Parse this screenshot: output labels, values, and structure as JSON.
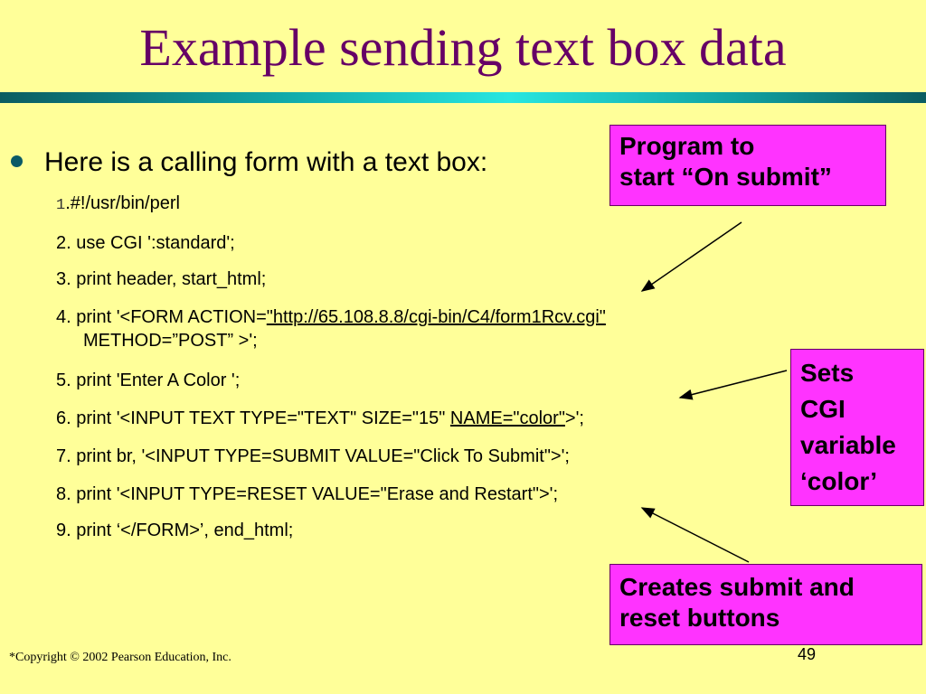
{
  "slide": {
    "title": "Example sending text box data",
    "bullet": "Here is a calling form with a text box:",
    "lines": {
      "l1_num": "1",
      "l1_text": ".#!/usr/bin/perl",
      "l2": "2. use CGI ':standard';",
      "l3": "3. print header, start_html;",
      "l4_pre": "4. print '<FORM ACTION=",
      "l4_link": "\"http://65.108.8.8/cgi-bin/C4/form1Rcv.cgi\"",
      "l4_cont": "METHOD=”POST” >';",
      "l5": "5. print 'Enter A Color ';",
      "l6_pre": "6. print '<INPUT TEXT TYPE=\"TEXT\" SIZE=\"15\" ",
      "l6_name": "NAME=\"color\"",
      "l6_post": ">';",
      "l7": "7. print br, '<INPUT TYPE=SUBMIT VALUE=\"Click To Submit\">';",
      "l8": "8. print '<INPUT TYPE=RESET VALUE=\"Erase and Restart\">';",
      "l9": "9. print ‘</FORM>’, end_html;"
    },
    "callouts": {
      "program_l1": "Program to",
      "program_l2": "start “On submit”",
      "sets_l1": "Sets",
      "sets_l2": "CGI",
      "sets_l3": "variable",
      "sets_l4": "‘color’",
      "creates_l1": "Creates submit and",
      "creates_l2": "reset buttons"
    },
    "footer": {
      "copyright": "*Copyright © 2002 Pearson Education, Inc.",
      "page_number": "49"
    },
    "colors": {
      "background": "#ffff99",
      "title": "#660066",
      "callout": "#ff33ff"
    }
  }
}
